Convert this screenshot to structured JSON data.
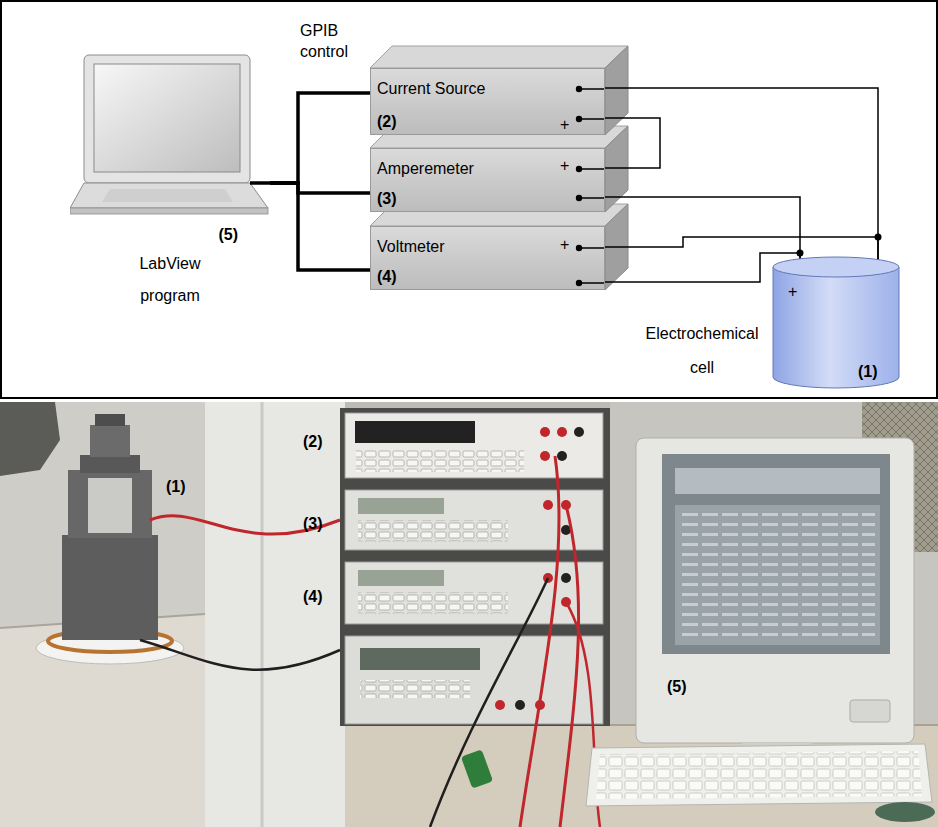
{
  "diagram": {
    "nodes": [
      {
        "text": [
          "(5)",
          "LabView program"
        ]
      },
      {
        "text": [
          "Current Source",
          "(2)"
        ]
      },
      {
        "text": [
          "Amperemeter",
          "(3)"
        ]
      },
      {
        "text": [
          "Voltmeter",
          "(4)"
        ]
      },
      {
        "text": [
          "Electrochemical cell",
          "(1)"
        ]
      }
    ],
    "edges": [
      {
        "from": 0,
        "to": 1,
        "arrow": "none"
      },
      {
        "from": 0,
        "to": 2,
        "arrow": "none"
      },
      {
        "from": 0,
        "to": 3,
        "arrow": "none"
      },
      {
        "from": 1,
        "to": 4,
        "arrow": "none"
      },
      {
        "from": 1,
        "to": 2,
        "arrow": "none"
      },
      {
        "from": 2,
        "to": 4,
        "arrow": "none"
      },
      {
        "from": 3,
        "to": 4,
        "arrow": "none"
      },
      {
        "from": 3,
        "to": 4,
        "arrow": "none"
      }
    ],
    "labels": [
      "GPIB control",
      "+",
      "+",
      "+",
      "+",
      "(1)",
      "(2)",
      "(3)",
      "(4)",
      "(5)"
    ]
  }
}
